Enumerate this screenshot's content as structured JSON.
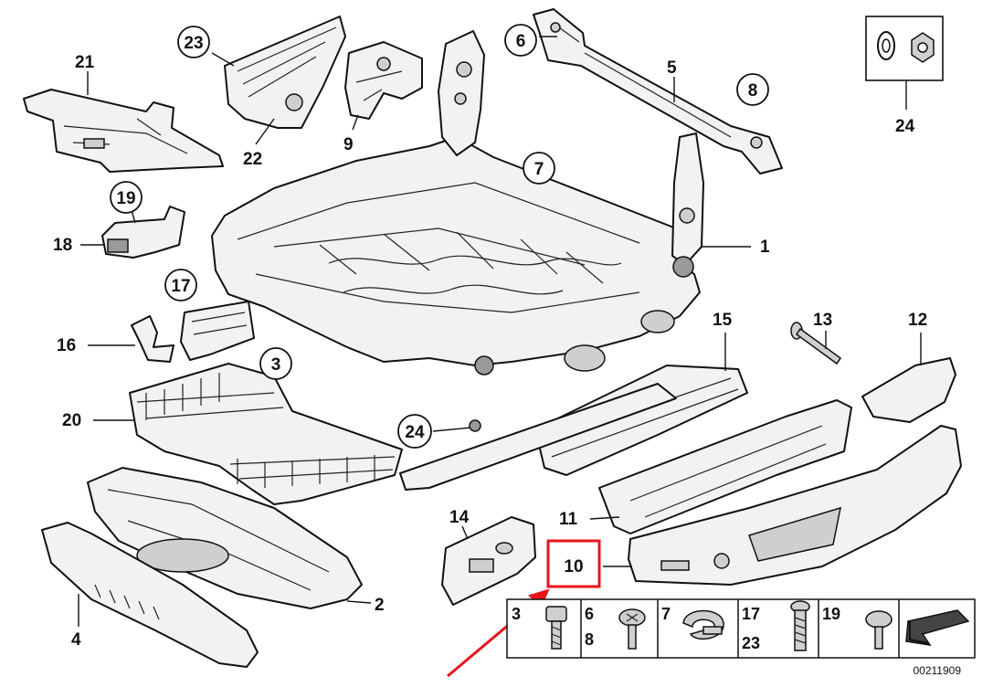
{
  "callouts": {
    "c1": "1",
    "c2": "2",
    "c3": "3",
    "c4": "4",
    "c5": "5",
    "c6": "6",
    "c7": "7",
    "c8": "8",
    "c9": "9",
    "c10": "10",
    "c11": "11",
    "c12": "12",
    "c13": "13",
    "c14": "14",
    "c15": "15",
    "c16": "16",
    "c17": "17",
    "c18": "18",
    "c19": "19",
    "c20": "20",
    "c21": "21",
    "c22": "22",
    "c23": "23",
    "c24a": "24",
    "c24b": "24"
  },
  "legend": {
    "cells": [
      {
        "top": "3",
        "bottom": ""
      },
      {
        "top": "6",
        "bottom": "8"
      },
      {
        "top": "7",
        "bottom": ""
      },
      {
        "top": "17",
        "bottom": "23"
      },
      {
        "top": "19",
        "bottom": ""
      }
    ]
  },
  "document_number": "00211909",
  "highlight": {
    "target_label": "10",
    "box_color": "#e8141c",
    "arrow_color": "#e8141c"
  }
}
